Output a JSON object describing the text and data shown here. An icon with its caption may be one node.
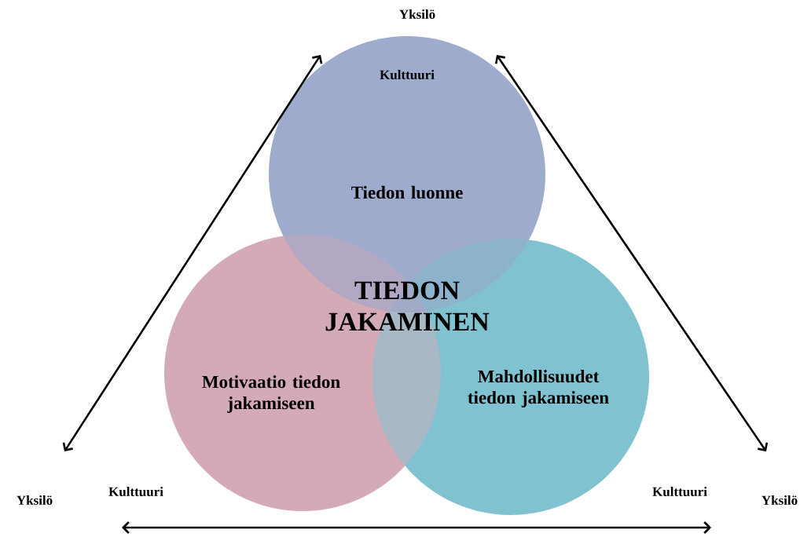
{
  "diagram": {
    "nodes": [
      {
        "text": [
          "Tiedon luonne"
        ]
      },
      {
        "text": [
          "Motivaatio tiedon jakamiseen"
        ]
      },
      {
        "text": [
          "Mahdollisuudet tiedon jakamiseen"
        ]
      }
    ],
    "labels": [
      "Yksilö",
      "Kulttuuri",
      "TIEDON JAKAMINEN",
      "Yksilö",
      "Kulttuuri",
      "Kulttuuri",
      "Yksilö"
    ]
  }
}
